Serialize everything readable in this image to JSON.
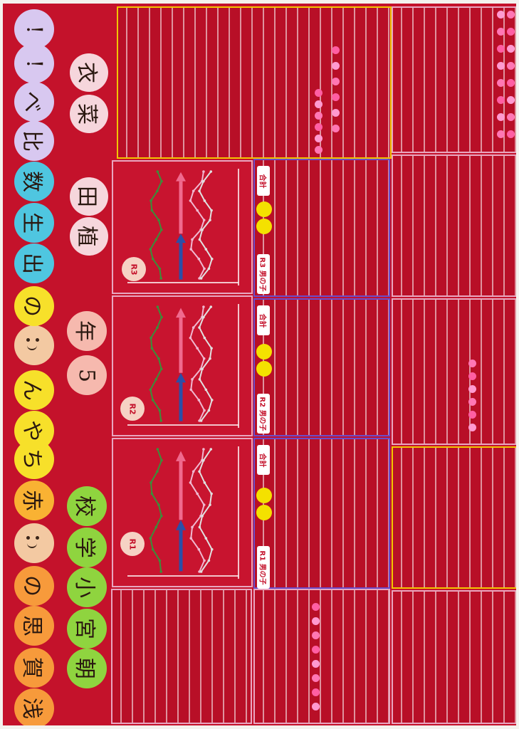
{
  "title_circles": [
    {
      "char": "浅",
      "color": "#f79a3b"
    },
    {
      "char": "賀",
      "color": "#f79a3b"
    },
    {
      "char": "思",
      "color": "#f79a3b"
    },
    {
      "char": "の",
      "color": "#f79a3b"
    },
    {
      "char": "",
      "color": "#f3c9a2",
      "face": true
    },
    {
      "char": "赤",
      "color": "#f9b233"
    },
    {
      "char": "ち",
      "color": "#f7e02a"
    },
    {
      "char": "や",
      "color": "#f7e02a"
    },
    {
      "char": "ん",
      "color": "#f7e02a"
    },
    {
      "char": "",
      "color": "#f3c9a2",
      "face": true
    },
    {
      "char": "の",
      "color": "#f7e02a"
    },
    {
      "char": "出",
      "color": "#4fc6e0"
    },
    {
      "char": "生",
      "color": "#4fc6e0"
    },
    {
      "char": "数",
      "color": "#4fc6e0"
    },
    {
      "char": "比",
      "color": "#d8c8f0"
    },
    {
      "char": "べ",
      "color": "#d8c8f0"
    },
    {
      "char": "!",
      "color": "#d8c8f0"
    },
    {
      "char": "!",
      "color": "#d8c8f0"
    }
  ],
  "school_circles": [
    {
      "char": "朝",
      "color": "#8fd43f"
    },
    {
      "char": "宮",
      "color": "#8fd43f"
    },
    {
      "char": "小",
      "color": "#8fd43f"
    },
    {
      "char": "学",
      "color": "#8fd43f"
    },
    {
      "char": "校",
      "color": "#8fd43f"
    }
  ],
  "grade_circles": [
    {
      "char": "5",
      "color": "#f6b9ae"
    },
    {
      "char": "年",
      "color": "#f6b9ae"
    }
  ],
  "name_circles": [
    {
      "char": "植",
      "color": "#f6d6dc"
    },
    {
      "char": "田",
      "color": "#f6d6dc"
    },
    {
      "char": "菜",
      "color": "#f6d6dc"
    },
    {
      "char": "衣",
      "color": "#f6d6dc"
    }
  ],
  "graphs": [
    {
      "bubble": "R1"
    },
    {
      "bubble": "R2"
    },
    {
      "bubble": "R3"
    }
  ],
  "tables": [
    {
      "tag": "R1 男の子",
      "total_tag": "合計"
    },
    {
      "tag": "R2 男の子",
      "total_tag": "合計"
    },
    {
      "tag": "R3 男の子",
      "total_tag": "合計"
    }
  ],
  "colors": {
    "poster": "#c4122b",
    "line_boys": "#3a8f3a",
    "line_girls": "#f0b8d0",
    "line_total": "#e0e0e0",
    "arrow_up": "#f06a8e",
    "arrow_down": "#2b4fa8"
  }
}
